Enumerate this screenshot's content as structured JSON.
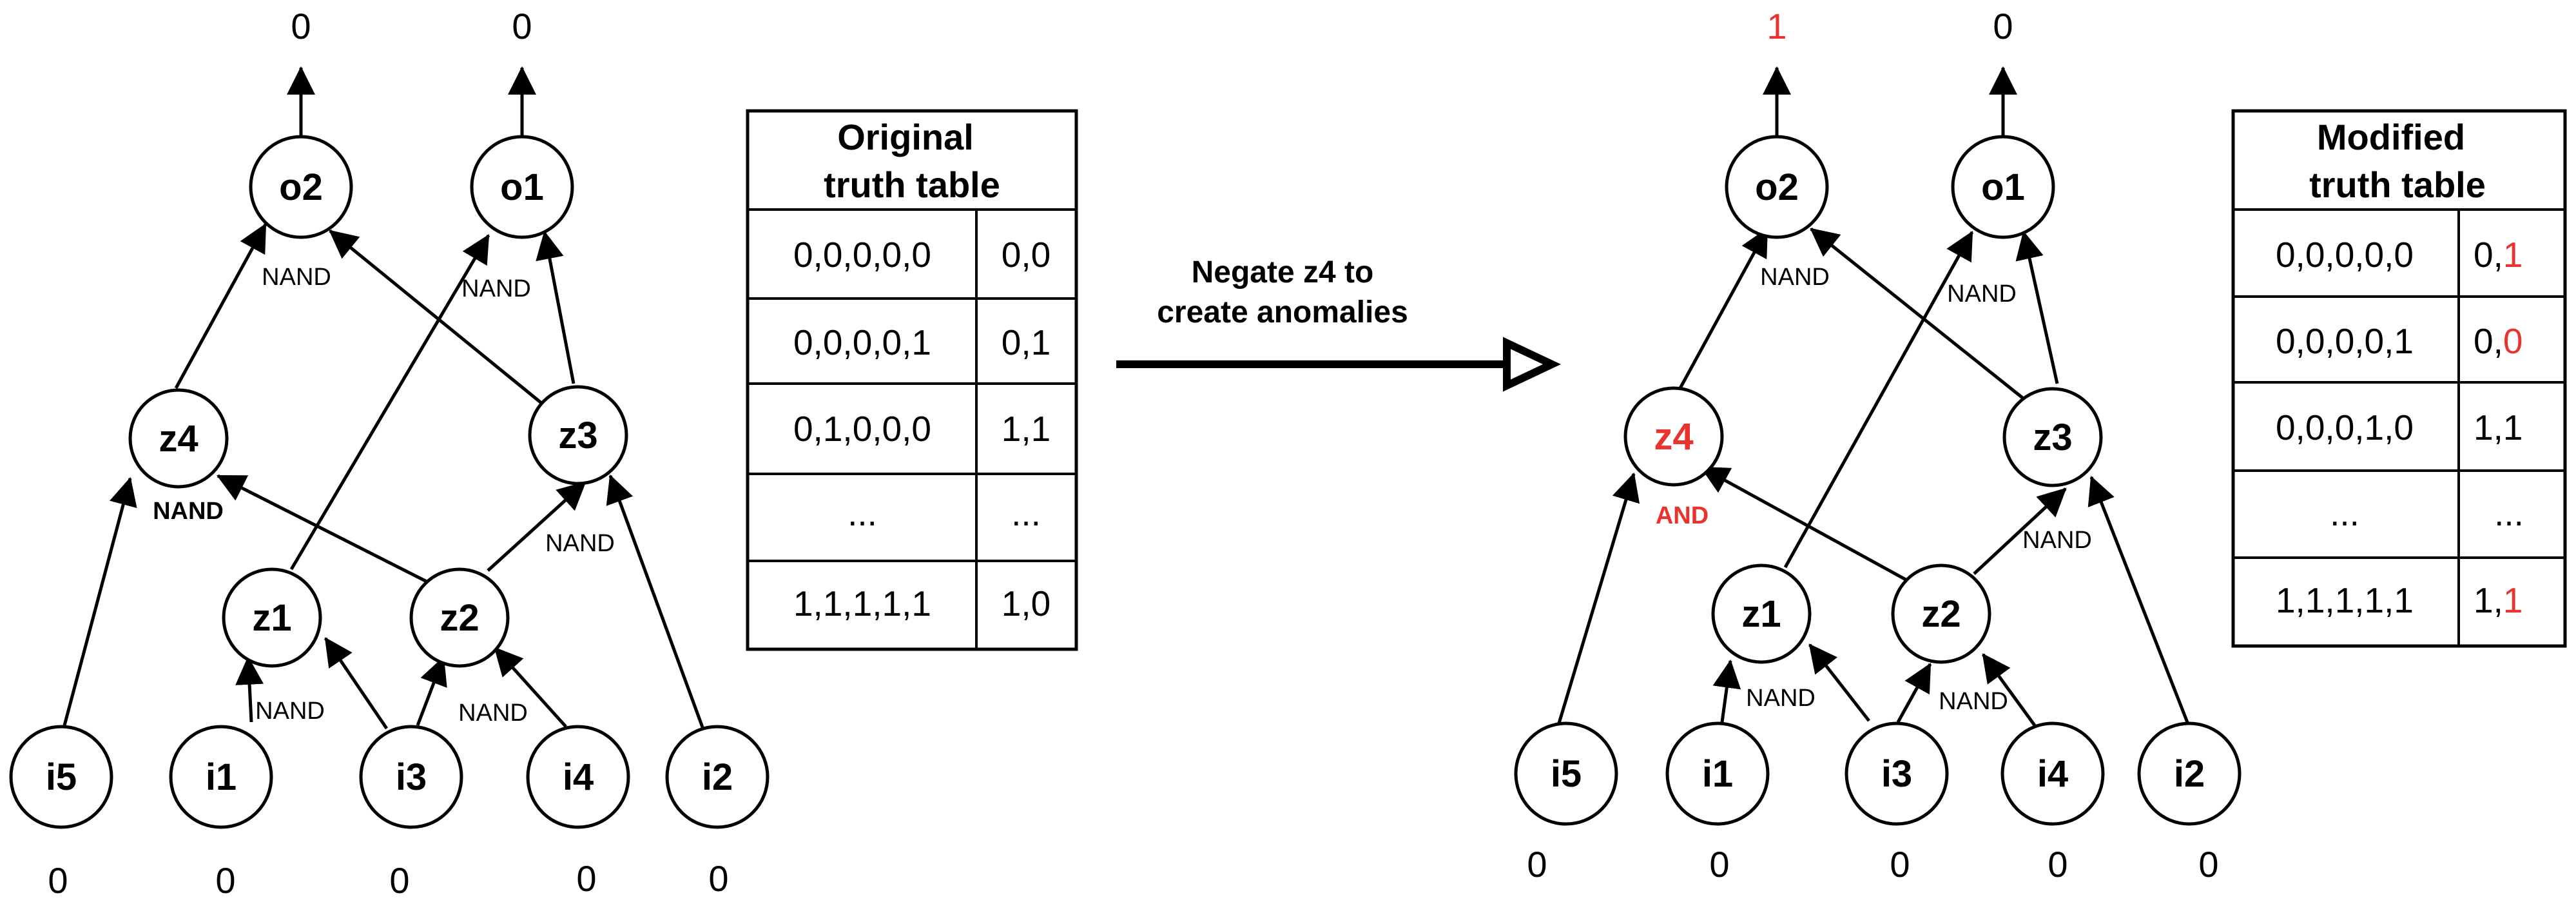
{
  "left_circuit": {
    "outputs": {
      "o2": "0",
      "o1": "0"
    },
    "nodes": {
      "o2": "o2",
      "o1": "o1",
      "z4": "z4",
      "z3": "z3",
      "z1": "z1",
      "z2": "z2",
      "i5": "i5",
      "i1": "i1",
      "i3": "i3",
      "i4": "i4",
      "i2": "i2"
    },
    "gates": {
      "o2": "NAND",
      "o1": "NAND",
      "z4": "NAND",
      "z3": "NAND",
      "z1": "NAND",
      "z2": "NAND"
    },
    "inputs": {
      "i5": "0",
      "i1": "0",
      "i3": "0",
      "i4": "0",
      "i2": "0"
    }
  },
  "original_table": {
    "title_line1": "Original",
    "title_line2": "truth table",
    "rows": [
      [
        "0,0,0,0,0",
        "0,0"
      ],
      [
        "0,0,0,0,1",
        "0,1"
      ],
      [
        "0,1,0,0,0",
        "1,1"
      ],
      [
        "...",
        "..."
      ],
      [
        "1,1,1,1,1",
        "1,0"
      ]
    ]
  },
  "transition": {
    "line1": "Negate z4 to",
    "line2": "create anomalies"
  },
  "right_circuit": {
    "outputs": {
      "o2": "1",
      "o1": "0"
    },
    "nodes": {
      "o2": "o2",
      "o1": "o1",
      "z4": "z4",
      "z3": "z3",
      "z1": "z1",
      "z2": "z2",
      "i5": "i5",
      "i1": "i1",
      "i3": "i3",
      "i4": "i4",
      "i2": "i2"
    },
    "gates": {
      "o2": "NAND",
      "o1": "NAND",
      "z4": "AND",
      "z3": "NAND",
      "z1": "NAND",
      "z2": "NAND"
    },
    "inputs": {
      "i5": "0",
      "i1": "0",
      "i3": "0",
      "i4": "0",
      "i2": "0"
    }
  },
  "modified_table": {
    "title_line1": "Modified",
    "title_line2": "truth table",
    "rows": [
      {
        "inputs": "0,0,0,0,0",
        "out_a": "0,",
        "out_b": "1"
      },
      {
        "inputs": "0,0,0,0,1",
        "out_a": "0,",
        "out_b": "0"
      },
      {
        "inputs": "0,0,0,1,0",
        "out_a": "1,",
        "out_b": "1"
      },
      {
        "inputs": "...",
        "out_a": "",
        "out_b": "..."
      },
      {
        "inputs": "1,1,1,1,1",
        "out_a": "1,",
        "out_b": "1"
      }
    ]
  },
  "colors": {
    "highlight": "#e8332e",
    "stroke": "#000000"
  }
}
